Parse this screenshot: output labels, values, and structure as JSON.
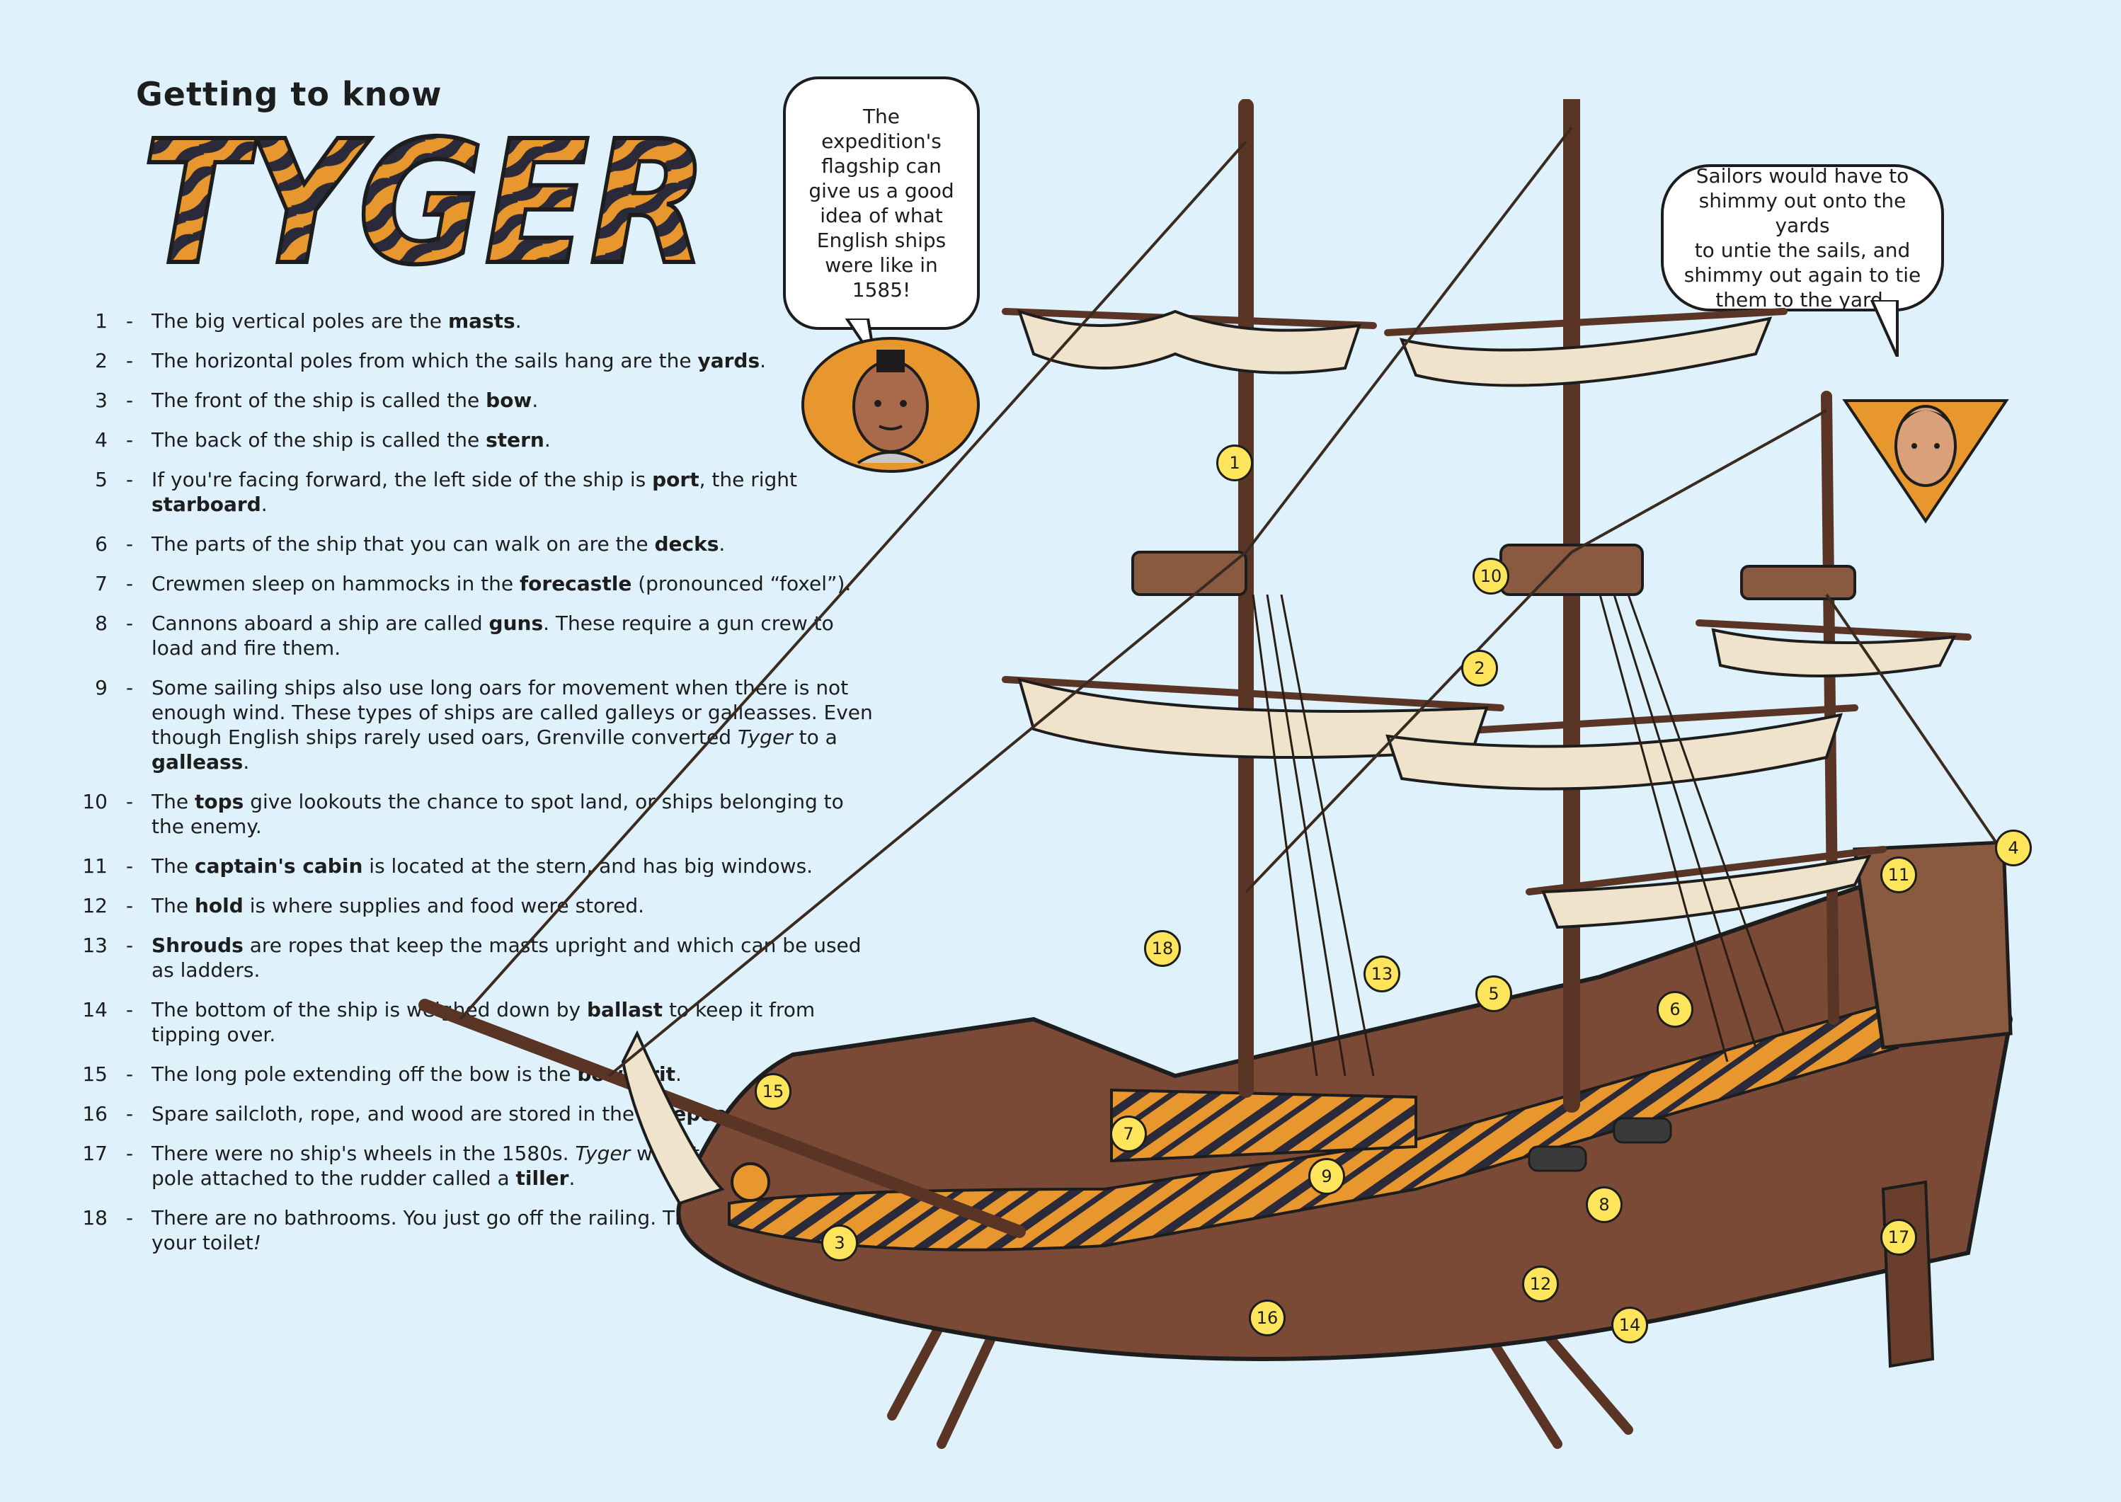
{
  "header": {
    "subtitle": "Getting to know",
    "title": "TYGER"
  },
  "glossary": [
    {
      "num": "1",
      "parts": [
        {
          "t": "The big vertical poles are the "
        },
        {
          "t": "masts",
          "b": true
        },
        {
          "t": "."
        }
      ]
    },
    {
      "num": "2",
      "parts": [
        {
          "t": "The horizontal poles from which the sails hang are the "
        },
        {
          "t": "yards",
          "b": true
        },
        {
          "t": "."
        }
      ]
    },
    {
      "num": "3",
      "parts": [
        {
          "t": "The front of the ship is called the "
        },
        {
          "t": "bow",
          "b": true
        },
        {
          "t": "."
        }
      ]
    },
    {
      "num": "4",
      "parts": [
        {
          "t": "The back of the ship is called the "
        },
        {
          "t": "stern",
          "b": true
        },
        {
          "t": "."
        }
      ]
    },
    {
      "num": "5",
      "parts": [
        {
          "t": "If you're facing forward, the left side of the ship is "
        },
        {
          "t": "port",
          "b": true
        },
        {
          "t": ", the right "
        },
        {
          "t": "starboard",
          "b": true
        },
        {
          "t": "."
        }
      ]
    },
    {
      "num": "6",
      "parts": [
        {
          "t": "The parts of the ship that you can walk on are the "
        },
        {
          "t": "decks",
          "b": true
        },
        {
          "t": "."
        }
      ]
    },
    {
      "num": "7",
      "parts": [
        {
          "t": "Crewmen sleep on hammocks in the "
        },
        {
          "t": "forecastle",
          "b": true
        },
        {
          "t": " (pronounced “foxel”)."
        }
      ]
    },
    {
      "num": "8",
      "parts": [
        {
          "t": "Cannons aboard a ship are called "
        },
        {
          "t": "guns",
          "b": true
        },
        {
          "t": ". These require a gun crew to load and fire them."
        }
      ]
    },
    {
      "num": "9",
      "parts": [
        {
          "t": "Some sailing ships also use long oars for movement when there is not enough wind. These types of ships are called galleys or galleasses. Even though English ships rarely used oars, Grenville converted "
        },
        {
          "t": "Tyger",
          "i": true
        },
        {
          "t": " to a "
        },
        {
          "t": "galleass",
          "b": true
        },
        {
          "t": "."
        }
      ]
    },
    {
      "num": "10",
      "parts": [
        {
          "t": "The "
        },
        {
          "t": "tops",
          "b": true
        },
        {
          "t": " give lookouts the chance to spot land, or ships belonging to the enemy."
        }
      ]
    },
    {
      "num": "11",
      "parts": [
        {
          "t": "The "
        },
        {
          "t": "captain's cabin",
          "b": true
        },
        {
          "t": " is located at the stern, and has big windows."
        }
      ]
    },
    {
      "num": "12",
      "parts": [
        {
          "t": "The "
        },
        {
          "t": "hold",
          "b": true
        },
        {
          "t": " is where supplies and food were stored."
        }
      ]
    },
    {
      "num": "13",
      "parts": [
        {
          "t": "Shrouds",
          "b": true
        },
        {
          "t": " are ropes that keep the masts upright and which can be used as ladders."
        }
      ]
    },
    {
      "num": "14",
      "parts": [
        {
          "t": "The bottom of the ship is weighed down by "
        },
        {
          "t": "ballast",
          "b": true
        },
        {
          "t": " to keep it from tipping over."
        }
      ]
    },
    {
      "num": "15",
      "parts": [
        {
          "t": "The long pole extending off the bow is the "
        },
        {
          "t": "bowsprit",
          "b": true
        },
        {
          "t": "."
        }
      ]
    },
    {
      "num": "16",
      "parts": [
        {
          "t": "Spare sailcloth, rope, and wood are stored in the "
        },
        {
          "t": "forepeak",
          "b": true
        },
        {
          "t": "."
        }
      ]
    },
    {
      "num": "17",
      "parts": [
        {
          "t": "There were no ship's wheels in the 1580s. "
        },
        {
          "t": "Tyger",
          "i": true
        },
        {
          "t": " was steered with a long pole attached to the rudder called a "
        },
        {
          "t": "tiller",
          "b": true
        },
        {
          "t": "."
        }
      ]
    },
    {
      "num": "18",
      "parts": [
        {
          "t": "There are no bathrooms. You just go off the railing. The whole sea is your toilet"
        },
        {
          "t": "!",
          "i": true
        }
      ]
    }
  ],
  "bubbles": {
    "left": [
      "The",
      "expedition's",
      "flagship can",
      "give us a good",
      "idea of what",
      "English ships",
      "were like in",
      "1585!"
    ],
    "right": [
      "Sailors would have to",
      "shimmy out onto the yards",
      "to untie the sails, and",
      "shimmy out again to tie",
      "them to the yard."
    ]
  },
  "markers": [
    "1",
    "2",
    "3",
    "4",
    "5",
    "6",
    "7",
    "8",
    "9",
    "10",
    "11",
    "12",
    "13",
    "14",
    "15",
    "16",
    "17",
    "18"
  ],
  "colors": {
    "background": "#dff1fb",
    "marker": "#ffe55c",
    "hull": "#7a4a36",
    "sail": "#efe3cc",
    "tiger_orange": "#e8962e"
  }
}
